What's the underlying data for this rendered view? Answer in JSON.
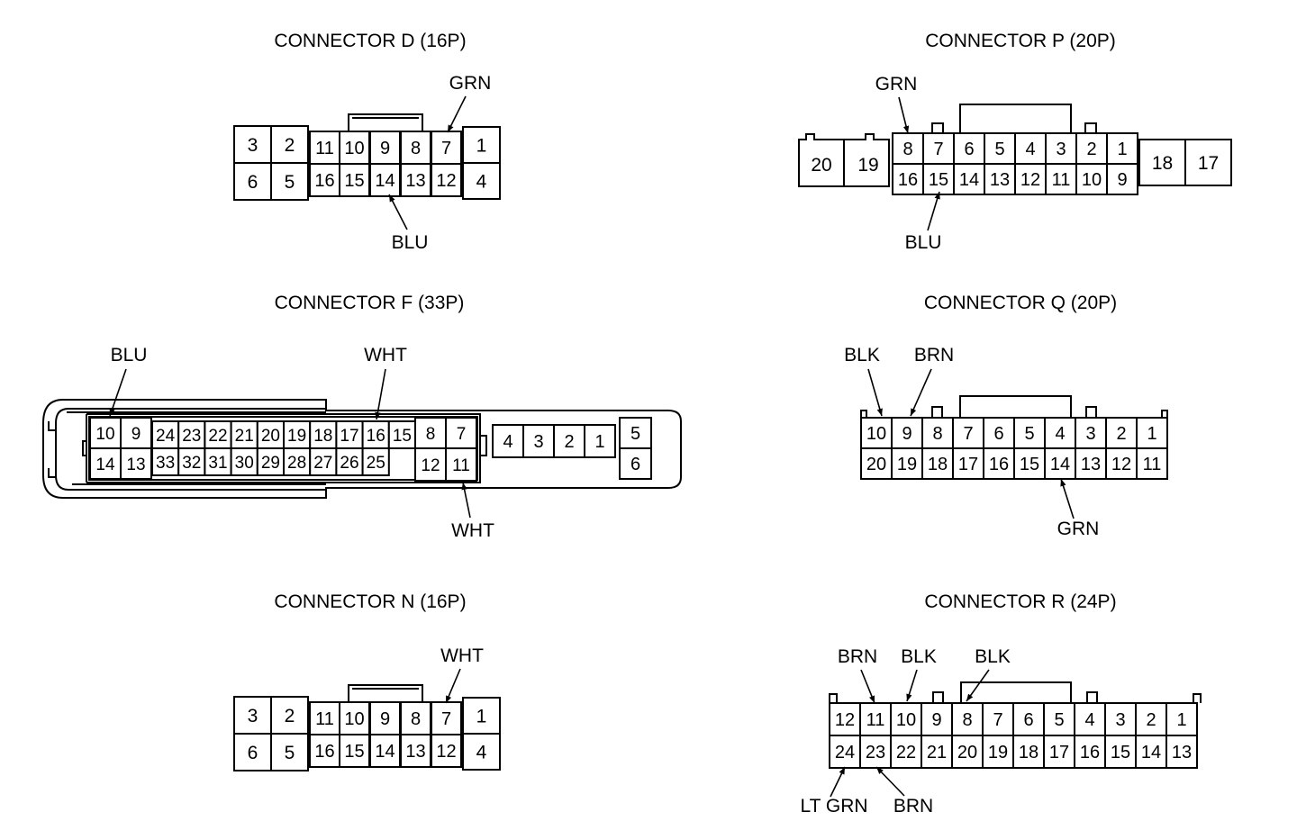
{
  "connectors": {
    "d": {
      "title": "CONNECTOR D (16P)",
      "pins": [
        "3",
        "2",
        "11",
        "10",
        "9",
        "8",
        "7",
        "1",
        "6",
        "5",
        "16",
        "15",
        "14",
        "13",
        "12",
        "4"
      ],
      "wires": [
        "GRN",
        "BLU"
      ]
    },
    "p": {
      "title": "CONNECTOR P (20P)",
      "pins": [
        "20",
        "19",
        "8",
        "7",
        "6",
        "5",
        "4",
        "3",
        "2",
        "1",
        "16",
        "15",
        "14",
        "13",
        "12",
        "11",
        "10",
        "9",
        "18",
        "17"
      ],
      "wires": [
        "GRN",
        "BLU"
      ]
    },
    "f": {
      "title": "CONNECTOR F (33P)",
      "pins": [
        "10",
        "9",
        "24",
        "23",
        "22",
        "21",
        "20",
        "19",
        "18",
        "17",
        "16",
        "15",
        "8",
        "7",
        "14",
        "13",
        "33",
        "32",
        "31",
        "30",
        "29",
        "28",
        "27",
        "26",
        "25",
        "12",
        "11",
        "4",
        "3",
        "2",
        "1",
        "5",
        "6"
      ],
      "wires": [
        "BLU",
        "WHT",
        "WHT"
      ]
    },
    "q": {
      "title": "CONNECTOR Q (20P)",
      "pins": [
        "10",
        "9",
        "8",
        "7",
        "6",
        "5",
        "4",
        "3",
        "2",
        "1",
        "20",
        "19",
        "18",
        "17",
        "16",
        "15",
        "14",
        "13",
        "12",
        "11"
      ],
      "wires": [
        "BLK",
        "BRN",
        "GRN"
      ]
    },
    "n": {
      "title": "CONNECTOR N (16P)",
      "pins": [
        "3",
        "2",
        "11",
        "10",
        "9",
        "8",
        "7",
        "1",
        "6",
        "5",
        "16",
        "15",
        "14",
        "13",
        "12",
        "4"
      ],
      "wires": [
        "WHT"
      ]
    },
    "r": {
      "title": "CONNECTOR R (24P)",
      "pins": [
        "12",
        "11",
        "10",
        "9",
        "8",
        "7",
        "6",
        "5",
        "4",
        "3",
        "2",
        "1",
        "24",
        "23",
        "22",
        "21",
        "20",
        "19",
        "18",
        "17",
        "16",
        "15",
        "14",
        "13"
      ],
      "wires": [
        "BRN",
        "BLK",
        "BLK",
        "LT GRN",
        "BRN"
      ]
    }
  }
}
